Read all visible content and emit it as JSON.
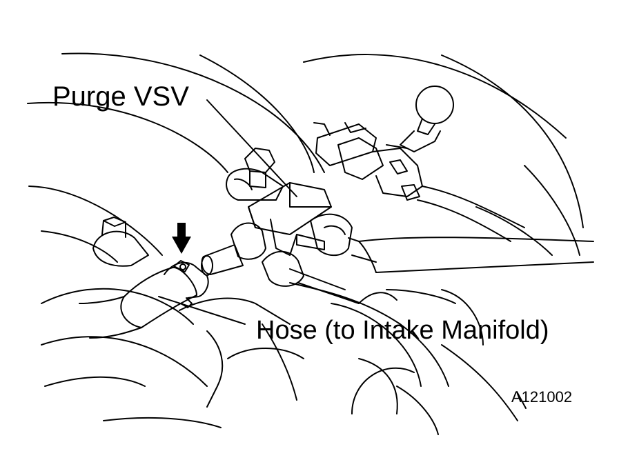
{
  "figure": {
    "code": "A121002",
    "labels": {
      "purge_vsv": "Purge VSV",
      "hose": "Hose (to Intake Manifold)"
    },
    "icons": [
      "down-arrow-icon"
    ],
    "colors": {
      "line": "#000000",
      "background": "#ffffff"
    }
  }
}
